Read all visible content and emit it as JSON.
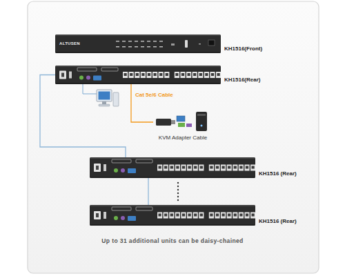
{
  "diagram": {
    "caption": "Up to 31 additional units can be daisy-chained",
    "nodes": [
      {
        "text": [
          "ALTUSEN",
          "KH1516(Front)"
        ]
      },
      {
        "text": [
          "KH1516(Rear)"
        ]
      },
      {
        "text": [
          "KVM Adapter Cable"
        ]
      },
      {
        "text": [
          "KH1516 (Rear)"
        ]
      },
      {
        "text": [
          "KH1516 (Rear)"
        ]
      }
    ],
    "edges": [
      {
        "from": 1,
        "to": 2,
        "label": "Cat 5e/6 Cable",
        "arrow": "none"
      },
      {
        "from": 1,
        "to": 3,
        "arrow": "none"
      },
      {
        "from": 3,
        "to": 4,
        "arrow": "none"
      }
    ]
  }
}
